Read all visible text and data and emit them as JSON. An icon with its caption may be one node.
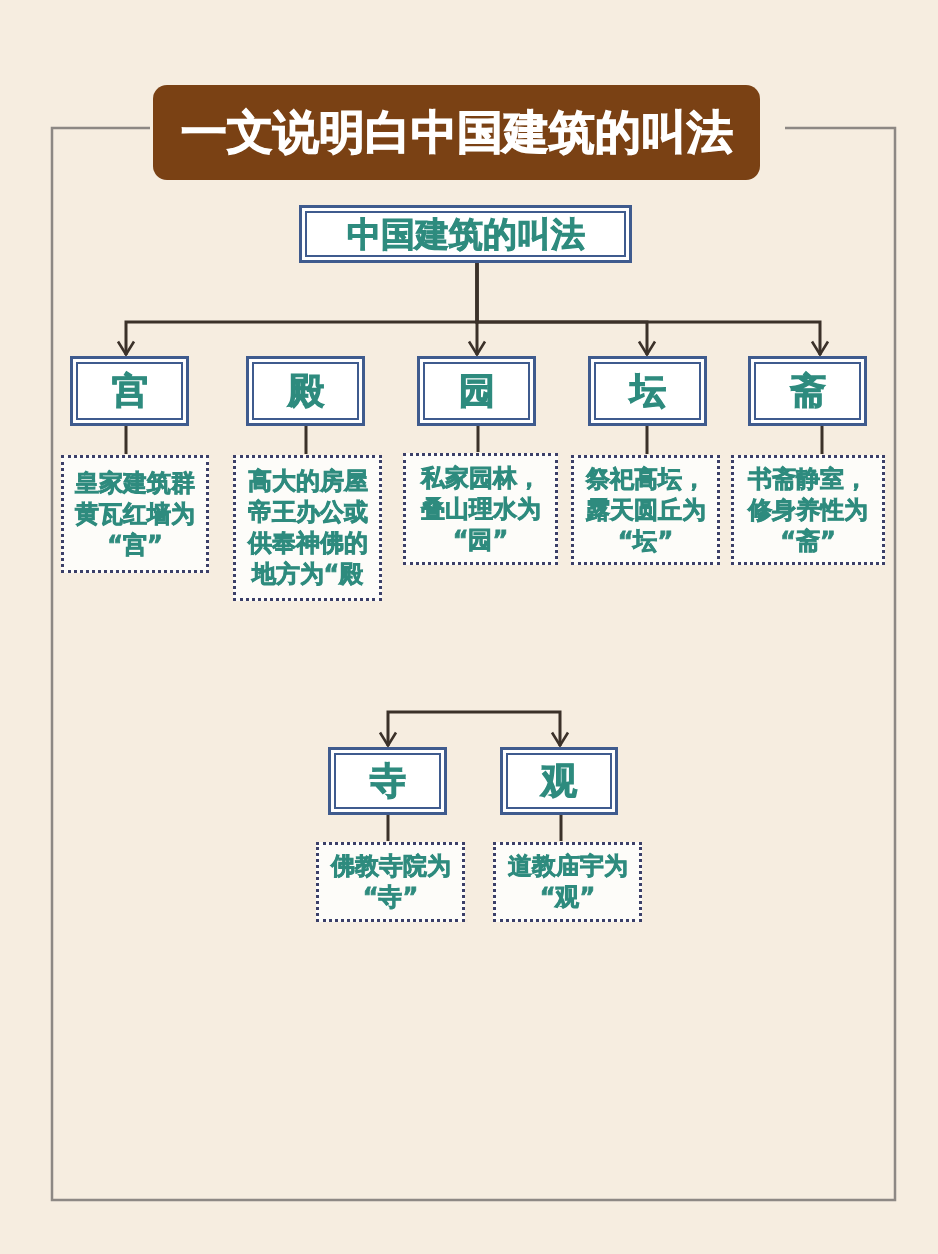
{
  "diagram": {
    "title": "一文说明白中国建筑的叫法",
    "nodes": [
      {
        "text": [
          "中国建筑的叫法"
        ]
      },
      {
        "text": [
          "宫"
        ]
      },
      {
        "text": [
          "殿"
        ]
      },
      {
        "text": [
          "园"
        ]
      },
      {
        "text": [
          "坛"
        ]
      },
      {
        "text": [
          "斋"
        ]
      },
      {
        "text": [
          "皇家建筑群黄瓦红墙为“宫”"
        ]
      },
      {
        "text": [
          "高大的房屋帝王办公或供奉神佛的地方为“殿"
        ]
      },
      {
        "text": [
          "私家园林，叠山理水为“园”"
        ]
      },
      {
        "text": [
          "祭祀高坛，露天圆丘为“坛”"
        ]
      },
      {
        "text": [
          "书斋静室，修身养性为“斋”"
        ]
      },
      {
        "text": [
          "寺"
        ]
      },
      {
        "text": [
          "观"
        ]
      },
      {
        "text": [
          "佛教寺院为“寺”"
        ]
      },
      {
        "text": [
          "道教庙宇为“观”"
        ]
      }
    ],
    "edges": [
      {
        "from": 0,
        "to": 1,
        "arrow": "to"
      },
      {
        "from": 0,
        "to": 3,
        "arrow": "to"
      },
      {
        "from": 0,
        "to": 4,
        "arrow": "to"
      },
      {
        "from": 0,
        "to": 5,
        "arrow": "to"
      },
      {
        "from": 1,
        "to": 6,
        "arrow": "none"
      },
      {
        "from": 2,
        "to": 7,
        "arrow": "none"
      },
      {
        "from": 3,
        "to": 8,
        "arrow": "none"
      },
      {
        "from": 4,
        "to": 9,
        "arrow": "none"
      },
      {
        "from": 5,
        "to": 10,
        "arrow": "none"
      },
      {
        "from": 11,
        "to": 12,
        "arrow": "both"
      },
      {
        "from": 11,
        "to": 13,
        "arrow": "none"
      },
      {
        "from": 12,
        "to": 14,
        "arrow": "none"
      }
    ]
  }
}
